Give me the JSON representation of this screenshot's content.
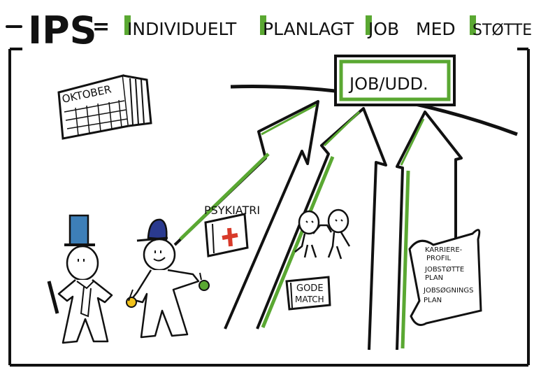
{
  "title": {
    "acronym": "IPS",
    "equals": "=",
    "words": [
      "INDIVIDUELT",
      "PLANLAGT",
      "JOB",
      "MED",
      "STØTTE"
    ]
  },
  "goal_box": {
    "label": "JOB/UDD."
  },
  "calendar": {
    "month": "OKTOBER"
  },
  "psychiatry_sign": {
    "label": "PSYKIATRI"
  },
  "board": {
    "lines": [
      "GODE",
      "MATCH"
    ]
  },
  "scroll": {
    "lines": [
      "KARRIERE-",
      "PROFIL",
      "JOBSTØTTE",
      "PLAN",
      "JOBSØGNINGS",
      "PLAN"
    ]
  },
  "colors": {
    "accent_green": "#5aa832",
    "hat_blue": "#3d7fb8",
    "cap_navy": "#2a3a8f",
    "cross_red": "#d83a2a",
    "yellow_hand": "#f2c21b",
    "ink": "#111111"
  }
}
